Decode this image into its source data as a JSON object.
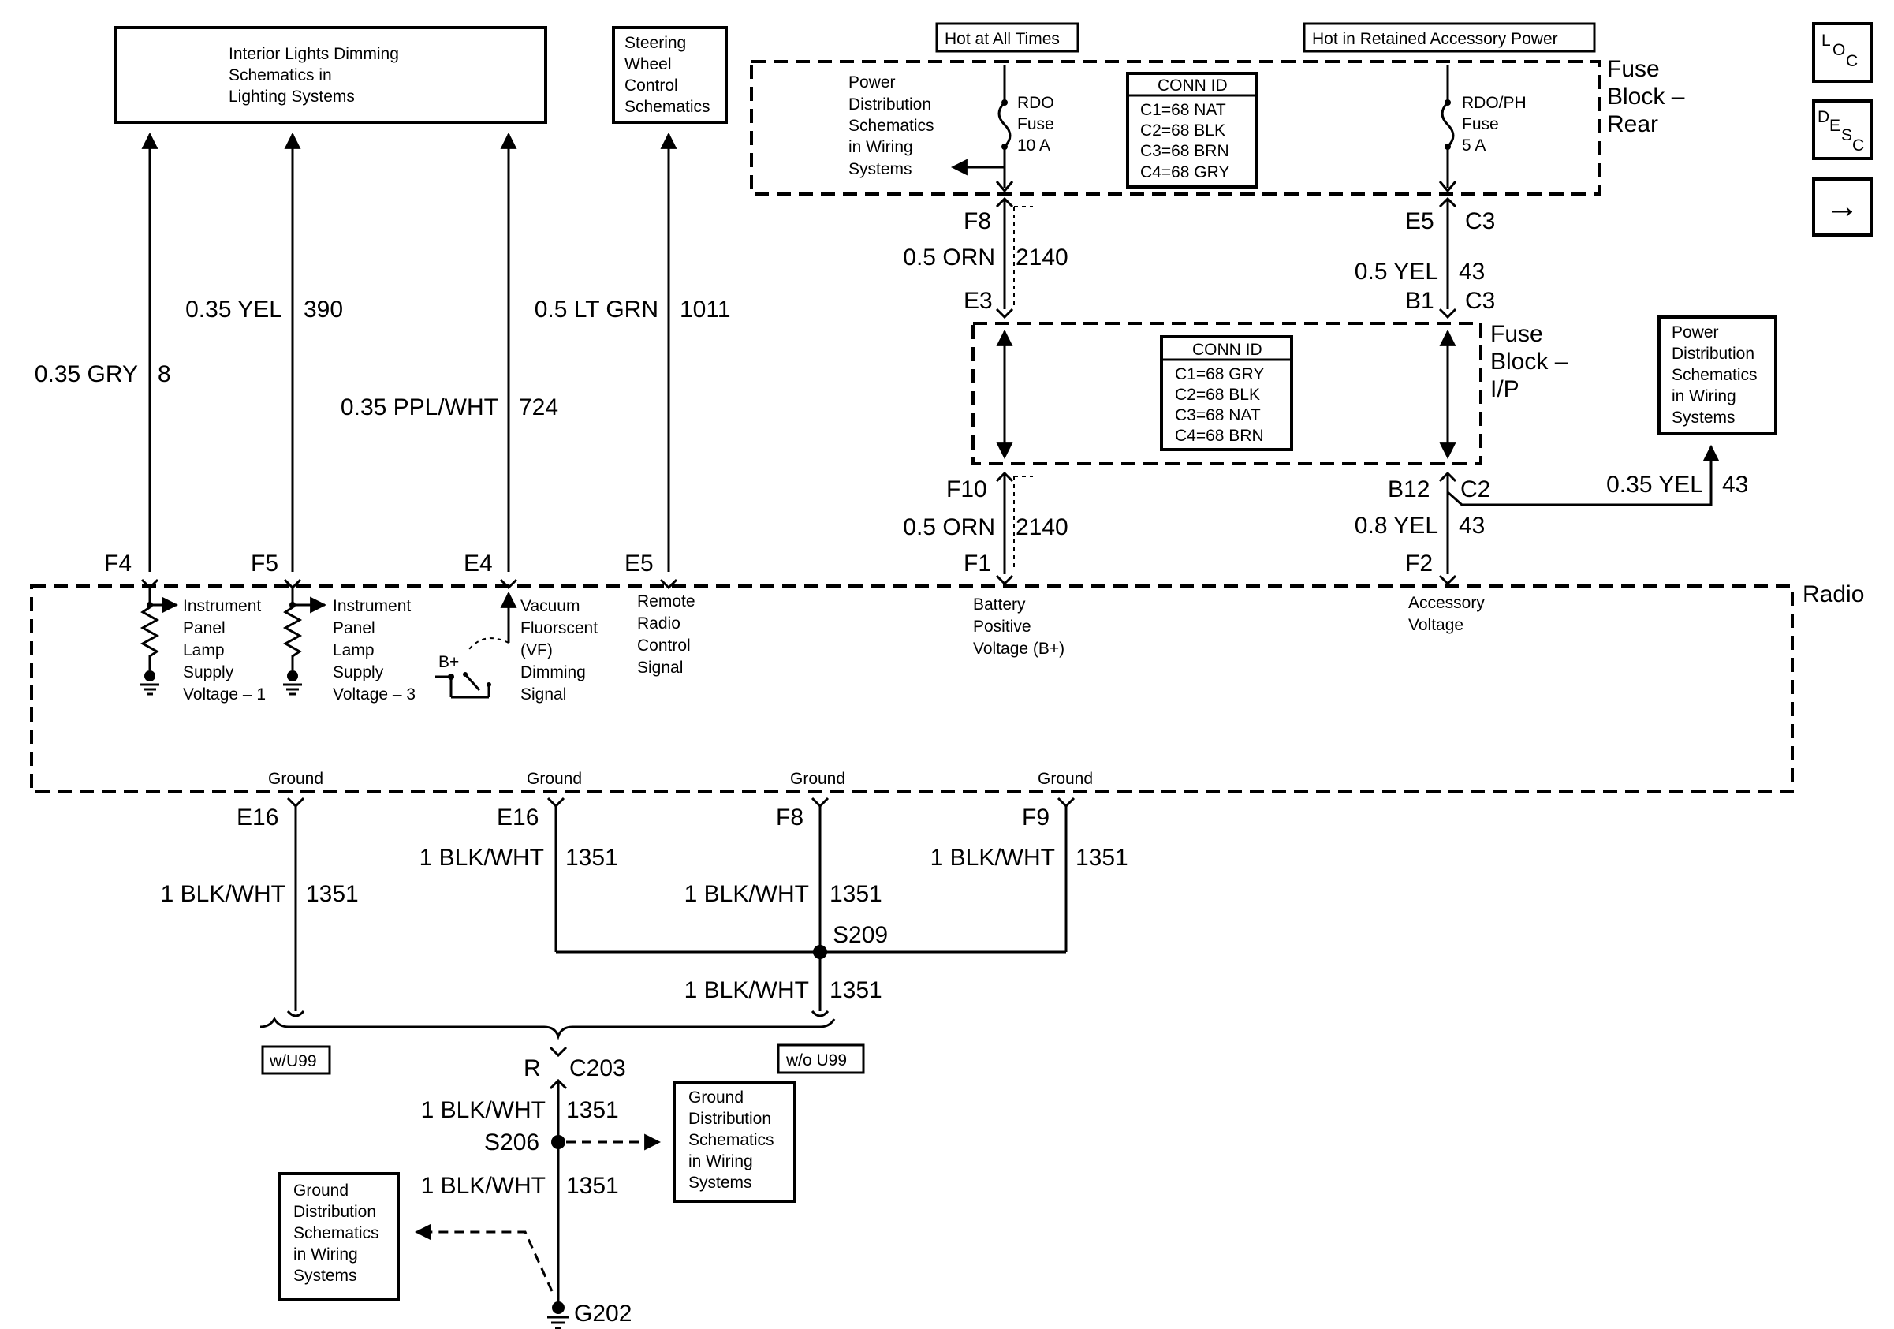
{
  "refs": {
    "interior_lights": [
      "Interior Lights Dimming",
      "Schematics in",
      "Lighting Systems"
    ],
    "steering_wheel": [
      "Steering",
      "Wheel",
      "Control",
      "Schematics"
    ],
    "power_dist_right": [
      "Power",
      "Distribution",
      "Schematics",
      "in Wiring",
      "Systems"
    ],
    "ground_dist_mid": [
      "Ground",
      "Distribution",
      "Schematics",
      "in Wiring",
      "Systems"
    ],
    "ground_dist_left": [
      "Ground",
      "Distribution",
      "Schematics",
      "in Wiring",
      "Systems"
    ]
  },
  "hot_labels": {
    "all_times": "Hot at All Times",
    "retained_accessory": "Hot in Retained Accessory Power"
  },
  "fuse_block_rear": {
    "title": [
      "Fuse",
      "Block –",
      "Rear"
    ],
    "power_dist_note": [
      "Power",
      "Distribution",
      "Schematics",
      "in Wiring",
      "Systems"
    ],
    "fuse1": [
      "RDO",
      "Fuse",
      "10 A"
    ],
    "fuse2": [
      "RDO/PH",
      "Fuse",
      "5 A"
    ],
    "conn_title": "CONN ID",
    "conn_ids": [
      "C1=68 NAT",
      "C2=68 BLK",
      "C3=68 BRN",
      "C4=68 GRY"
    ]
  },
  "fuse_block_ip": {
    "title": [
      "Fuse",
      "Block –",
      "I/P"
    ],
    "conn_title": "CONN ID",
    "conn_ids": [
      "C1=68 GRY",
      "C2=68 BLK",
      "C3=68 NAT",
      "C4=68 BRN"
    ]
  },
  "wires": {
    "gry": {
      "pin": "F4",
      "color": "0.35 GRY",
      "circuit": "8"
    },
    "yel390": {
      "pin": "F5",
      "color": "0.35 YEL",
      "circuit": "390"
    },
    "pplwht": {
      "pin": "E4",
      "color": "0.35 PPL/WHT",
      "circuit": "724"
    },
    "ltgrn": {
      "pin": "E5",
      "color": "0.5 LT GRN",
      "circuit": "1011"
    },
    "orn_top": {
      "pin_top": "F8",
      "color": "0.5 ORN",
      "circuit": "2140",
      "pin_bottom": "E3"
    },
    "orn_bottom": {
      "pin_top": "F10",
      "color": "0.5 ORN",
      "circuit": "2140",
      "pin_bottom": "F1"
    },
    "yel_top": {
      "pin_top": "E5",
      "conn_top": "C3",
      "color": "0.5 YEL",
      "circuit": "43",
      "pin_bottom": "B1",
      "conn_bottom": "C3"
    },
    "yel_bottom": {
      "pin_top": "B12",
      "conn_top": "C2",
      "color": "0.8 YEL",
      "circuit": "43",
      "pin_bottom": "F2"
    },
    "yel_branch": {
      "color": "0.35 YEL",
      "circuit": "43"
    }
  },
  "radio": {
    "name": "Radio",
    "inputs": {
      "ip_lamp1": [
        "Instrument",
        "Panel",
        "Lamp",
        "Supply",
        "Voltage – 1"
      ],
      "ip_lamp3": [
        "Instrument",
        "Panel",
        "Lamp",
        "Supply",
        "Voltage – 3"
      ],
      "vf_dimming": [
        "Vacuum",
        "Fluorscent",
        "(VF)",
        "Dimming",
        "Signal"
      ],
      "remote_control": [
        "Remote",
        "Radio",
        "Control",
        "Signal"
      ],
      "battery": [
        "Battery",
        "Positive",
        "Voltage (B+)"
      ],
      "accessory": [
        "Accessory",
        "Voltage"
      ],
      "bplus": "B+"
    },
    "ground_label": "Ground"
  },
  "grounds": {
    "g1": {
      "pin": "E16",
      "color": "1 BLK/WHT",
      "circuit": "1351"
    },
    "g2": {
      "pin": "E16",
      "color": "1 BLK/WHT",
      "circuit": "1351"
    },
    "g3": {
      "pin": "F8",
      "color": "1 BLK/WHT",
      "circuit": "1351"
    },
    "g4": {
      "pin": "F9",
      "color": "1 BLK/WHT",
      "circuit": "1351"
    },
    "splice_s209": "S209",
    "after_s209": {
      "color": "1 BLK/WHT",
      "circuit": "1351"
    },
    "option_with": "w/U99",
    "option_without": "w/o U99",
    "conn_pin": "R",
    "conn": "C203",
    "after_c203": {
      "color": "1 BLK/WHT",
      "circuit": "1351"
    },
    "splice_s206": "S206",
    "after_s206": {
      "color": "1 BLK/WHT",
      "circuit": "1351"
    },
    "ground_point": "G202"
  },
  "nav": {
    "loc": [
      "L",
      "O",
      "C"
    ],
    "desc": [
      "D",
      "E",
      "S",
      "C"
    ],
    "arrow": "→"
  }
}
